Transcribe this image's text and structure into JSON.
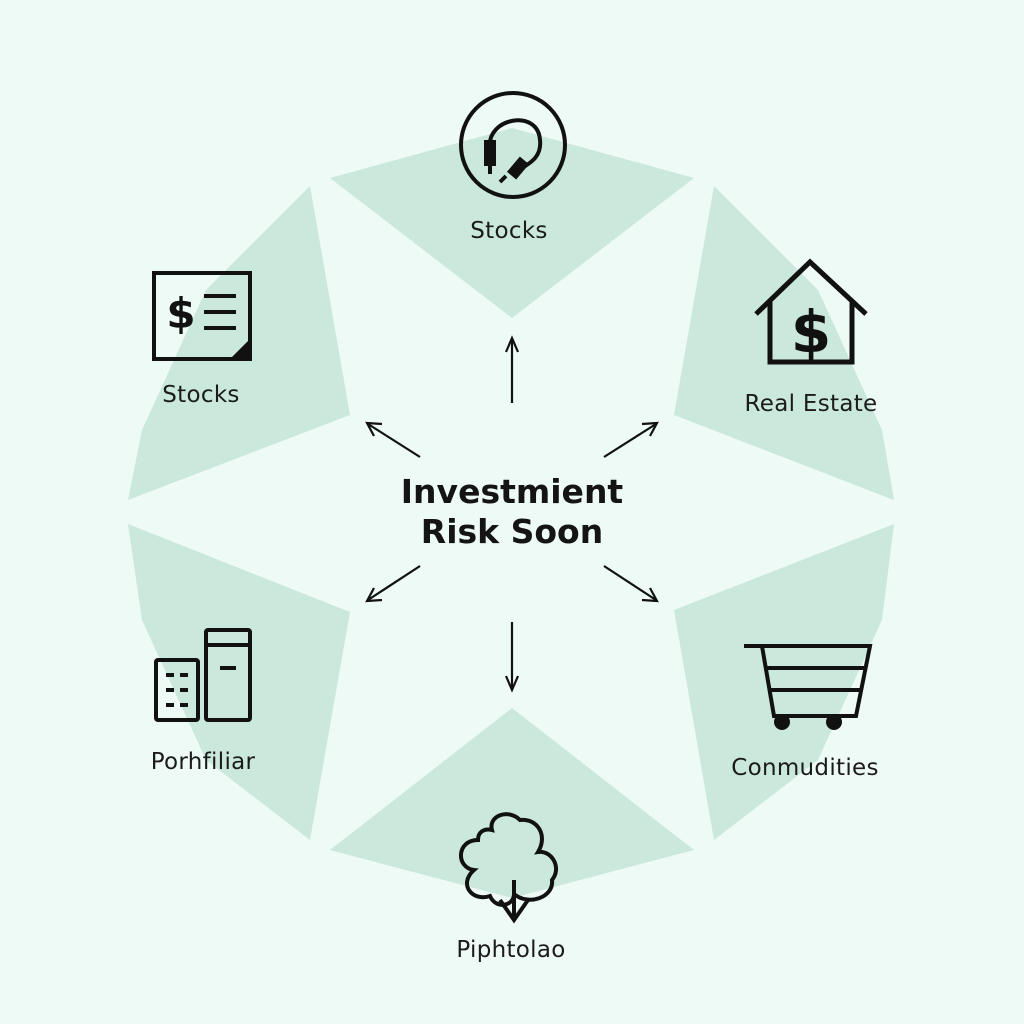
{
  "title": {
    "line1": "Investmient",
    "line2": "Risk Soon"
  },
  "segments": [
    {
      "id": "top",
      "label": "Stocks",
      "icon": "headphones-icon"
    },
    {
      "id": "upper-left",
      "label": "Stocks",
      "icon": "dollar-bill-icon"
    },
    {
      "id": "upper-right",
      "label": "Real Estate",
      "icon": "house-dollar-icon"
    },
    {
      "id": "lower-left",
      "label": "Porhfiliar",
      "icon": "buildings-icon"
    },
    {
      "id": "lower-right",
      "label": "Conmudities",
      "icon": "shopping-cart-icon"
    },
    {
      "id": "bottom",
      "label": "Piphtolao",
      "icon": "tree-icon"
    }
  ],
  "colors": {
    "background": "#eefaf5",
    "segment_fill": "#cbe8dc",
    "ink": "#111111"
  }
}
